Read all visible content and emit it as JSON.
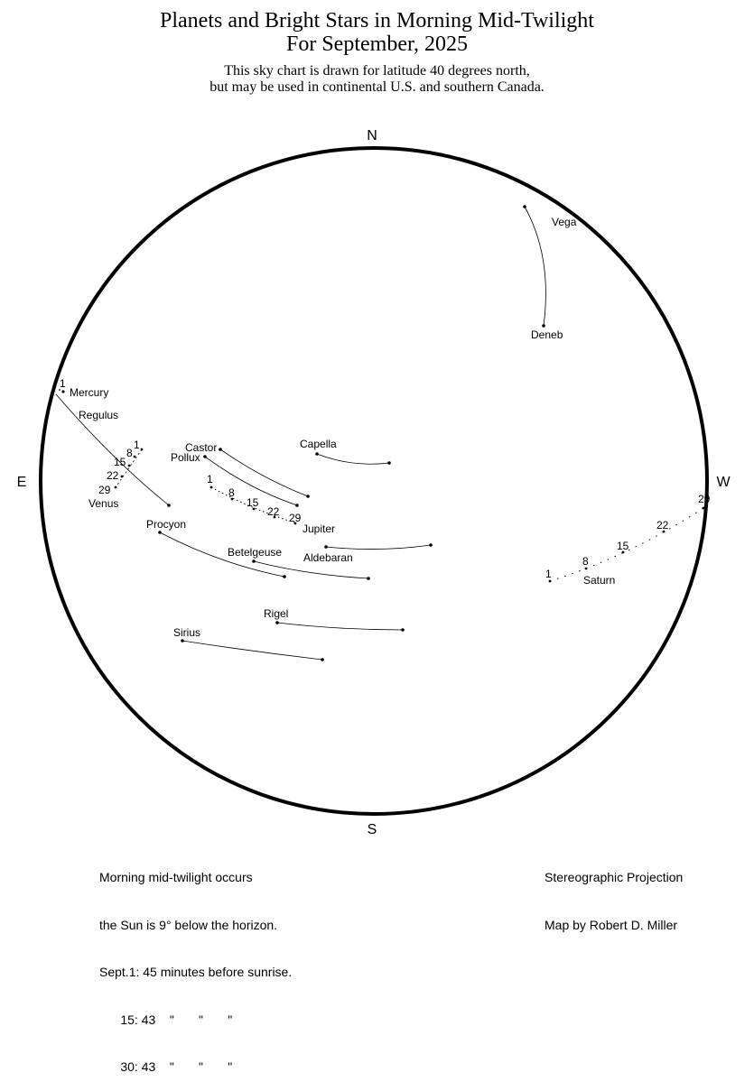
{
  "header": {
    "title_line1": "Planets and Bright Stars in Morning Mid-Twilight",
    "title_line2": "For September, 2025",
    "subtitle_line1": "This sky chart is drawn for latitude 40 degrees north,",
    "subtitle_line2": "but may be used in continental U.S. and southern Canada."
  },
  "directions": {
    "north": "N",
    "south": "S",
    "east": "E",
    "west": "W"
  },
  "stars": [
    {
      "name": "Vega"
    },
    {
      "name": "Deneb"
    },
    {
      "name": "Capella"
    },
    {
      "name": "Castor"
    },
    {
      "name": "Pollux"
    },
    {
      "name": "Regulus"
    },
    {
      "name": "Procyon"
    },
    {
      "name": "Betelgeuse"
    },
    {
      "name": "Aldebaran"
    },
    {
      "name": "Rigel"
    },
    {
      "name": "Sirius"
    }
  ],
  "planets": [
    {
      "name": "Mercury",
      "dates": [
        "1"
      ]
    },
    {
      "name": "Venus",
      "dates": [
        "1",
        "8",
        "15",
        "22",
        "29"
      ]
    },
    {
      "name": "Jupiter",
      "dates": [
        "1",
        "8",
        "15",
        "22",
        "29"
      ]
    },
    {
      "name": "Saturn",
      "dates": [
        "1",
        "8",
        "15",
        "22",
        "29"
      ]
    }
  ],
  "footer_left": {
    "line1": "Morning mid-twilight occurs",
    "line2": "the Sun is 9° below the horizon.",
    "line3": "Sept.1: 45 minutes before sunrise.",
    "line4": "      15: 43    \"       \"       \"",
    "line5": "      30: 43    \"       \"       \""
  },
  "footer_right": {
    "line1": "Stereographic Projection",
    "line2": "Map by Robert D. Miller"
  }
}
